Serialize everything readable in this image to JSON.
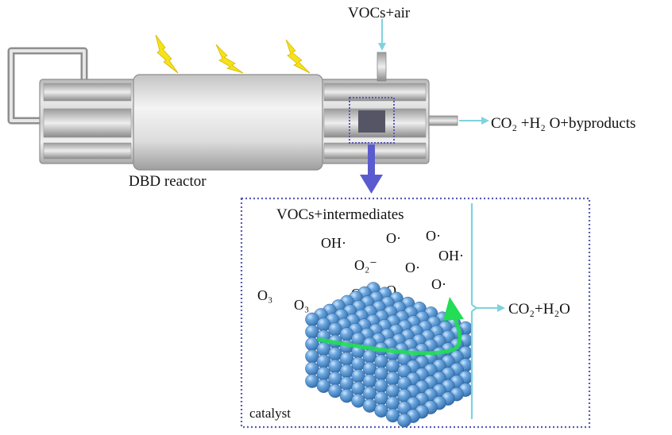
{
  "colors": {
    "arrow_cyan": "#7fd3de",
    "arrow_blue": "#5b5bd0",
    "dotted_border": "#5a5ab8",
    "sphere": "#4e8fd0",
    "green_arrow": "#22dd55",
    "lightning": "#f5e21a",
    "reactor_metal": "#c8c8c8"
  },
  "labels": {
    "vocs_air": "VOCs+air",
    "products_main": "CO₂ +H₂ O+byproducts",
    "reactor": "DBD reactor",
    "vocs_intermediates": "VOCs+intermediates",
    "co2_h2o": "CO₂+H₂O",
    "catalyst": "catalyst"
  },
  "species": [
    {
      "id": "oh-1",
      "text": "OH·"
    },
    {
      "id": "o-1",
      "text": "O·"
    },
    {
      "id": "o-2",
      "text": "O·"
    },
    {
      "id": "o2-minus",
      "text": "O₂⁻"
    },
    {
      "id": "o-3",
      "text": "O·"
    },
    {
      "id": "oh-2",
      "text": "OH·"
    },
    {
      "id": "o-4",
      "text": "O·"
    },
    {
      "id": "o3-1",
      "text": "O₃"
    },
    {
      "id": "o3-2",
      "text": "O₃"
    },
    {
      "id": "o3-3",
      "text": "O₃"
    },
    {
      "id": "o3-4",
      "text": "O₃"
    },
    {
      "id": "o3-5",
      "text": "O₃"
    },
    {
      "id": "o3-6",
      "text": "O₃"
    }
  ],
  "icons": {
    "lightning": "lightning-icon",
    "sphere": "catalyst-sphere-icon"
  }
}
